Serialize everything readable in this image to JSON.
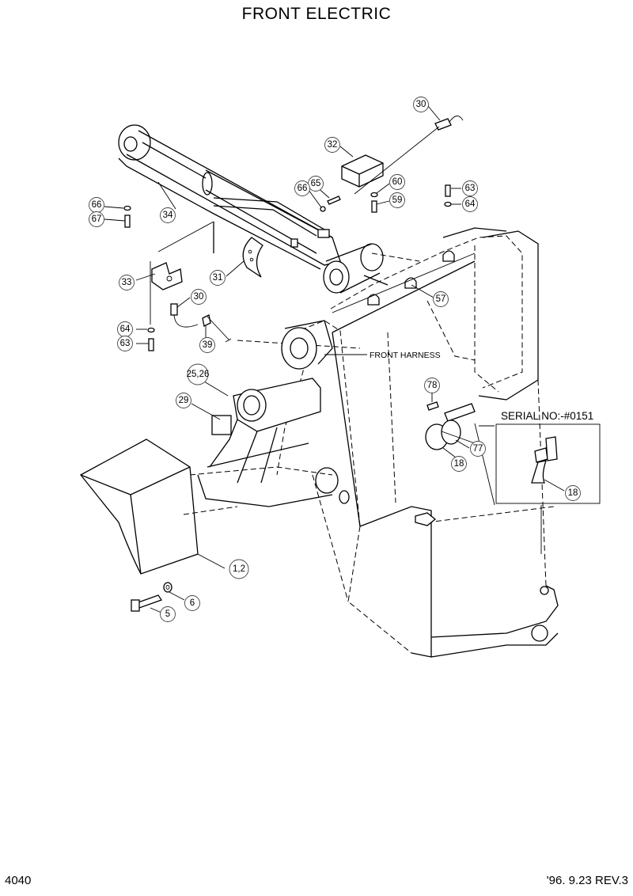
{
  "title": "FRONT ELECTRIC",
  "page_number": "4040",
  "revision": "'96. 9.23  REV.3",
  "labels": {
    "front_harness": "FRONT HARNESS",
    "serial_no": "SERIAL NO:-#0151"
  },
  "callouts": {
    "c30a": "30",
    "c32": "32",
    "c65": "65",
    "c66b": "66",
    "c60": "60",
    "c59": "59",
    "c63a": "63",
    "c64a": "64",
    "c66a": "66",
    "c67": "67",
    "c34": "34",
    "c33": "33",
    "c31": "31",
    "c30b": "30",
    "c57": "57",
    "c64b": "64",
    "c63b": "63",
    "c39": "39",
    "c2526": "25,26",
    "c29": "29",
    "c78": "78",
    "c77": "77",
    "c18a": "18",
    "c18b": "18",
    "c12": "1,2",
    "c6": "6",
    "c5": "5"
  }
}
